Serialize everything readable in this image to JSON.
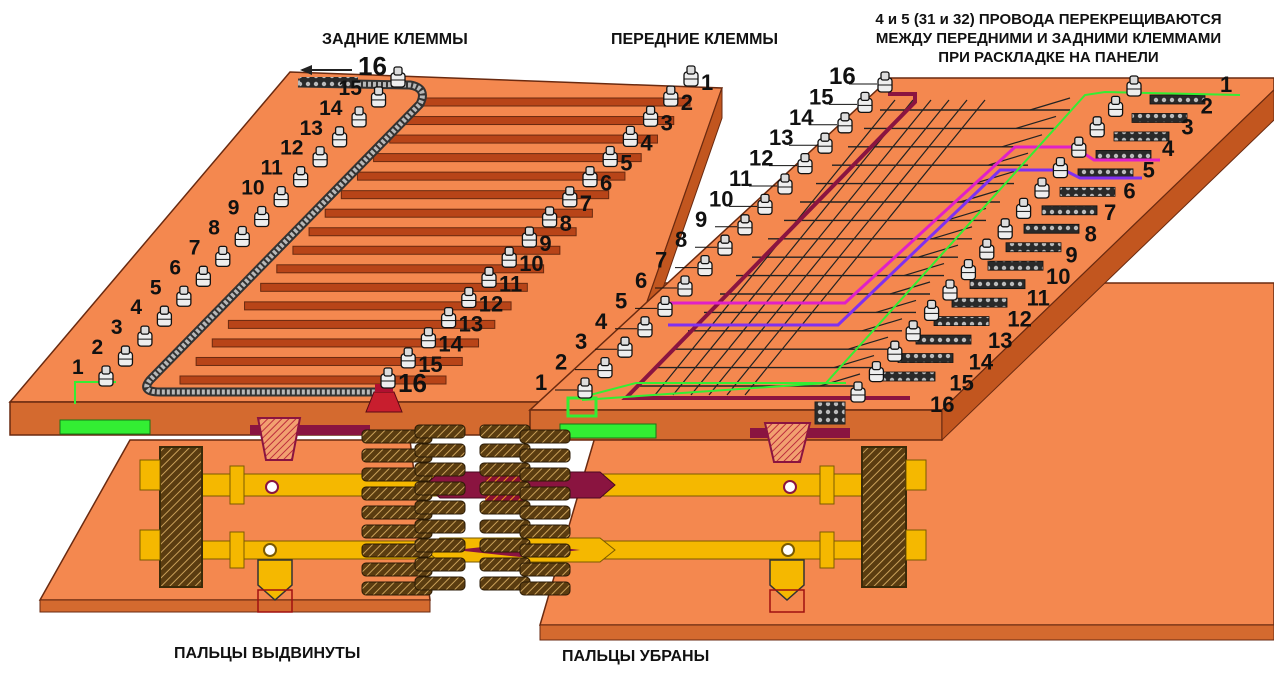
{
  "labels": {
    "rear_terminals": "ЗАДНИЕ КЛЕММЫ",
    "front_terminals": "ПЕРЕДНИЕ КЛЕММЫ",
    "note_line1": "4 и 5 (31 и 32) ПРОВОДА ПЕРЕКРЕЩИВАЮТСЯ",
    "note_line2": "МЕЖДУ ПЕРЕДНИМИ И ЗАДНИМИ КЛЕММАМИ",
    "note_line3": "ПРИ РАСКЛАДКЕ НА ПАНЕЛИ",
    "fingers_extended": "ПАЛЬЦЫ ВЫДВИНУТЫ",
    "fingers_retracted": "ПАЛЬЦЫ УБРАНЫ"
  },
  "terminal_numbers": [
    "1",
    "2",
    "3",
    "4",
    "5",
    "6",
    "7",
    "8",
    "9",
    "10",
    "11",
    "12",
    "13",
    "14",
    "15",
    "16"
  ],
  "colors": {
    "panel_top": "#f4884f",
    "panel_side": "#d46a2f",
    "slot": "#b84418",
    "wire_gray": "#9a9a9a",
    "wire_green": "#33ee33",
    "wire_magenta": "#e020c8",
    "wire_violet": "#8030f0",
    "wire_maroon": "#8a1440",
    "rod_yellow": "#f5b800",
    "gear_dark": "#6b5020",
    "clamp_red": "#b01030"
  }
}
